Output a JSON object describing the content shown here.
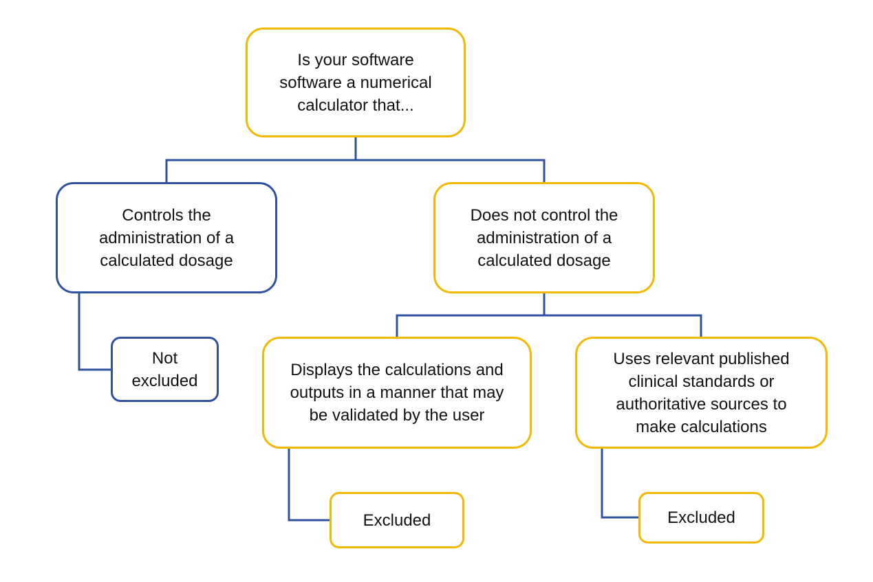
{
  "colors": {
    "connector": "#2E52A0",
    "accent_border": "#F5B800",
    "blue_border": "#2E52A0",
    "text": "#111111",
    "background": "#ffffff"
  },
  "nodes": {
    "root": {
      "lines": [
        "Is your software",
        "software a numerical",
        "calculator that..."
      ]
    },
    "controls": {
      "lines": [
        "Controls the",
        "administration of a",
        "calculated dosage"
      ]
    },
    "does_not_control": {
      "lines": [
        "Does not control the",
        "administration of a",
        "calculated dosage"
      ]
    },
    "not_excluded": {
      "lines": [
        "Not",
        "excluded"
      ]
    },
    "displays": {
      "lines": [
        "Displays the calculations and",
        "outputs in a manner that may",
        "be validated by the user"
      ]
    },
    "uses": {
      "lines": [
        "Uses relevant published",
        "clinical standards or",
        "authoritative sources to",
        "make calculations"
      ]
    },
    "excluded_1": {
      "lines": [
        "Excluded"
      ]
    },
    "excluded_2": {
      "lines": [
        "Excluded"
      ]
    }
  }
}
